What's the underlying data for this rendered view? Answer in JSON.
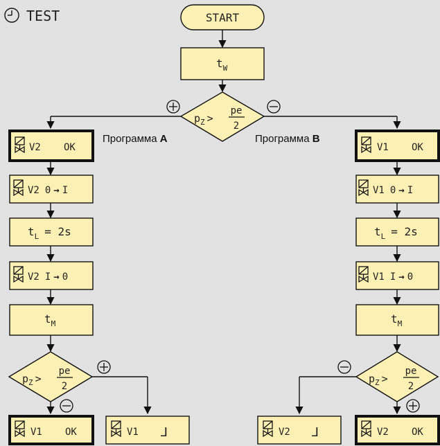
{
  "header": {
    "title": "TEST"
  },
  "start": "START",
  "step_wait": {
    "main": "t",
    "sub": "W"
  },
  "decision": {
    "left": "p",
    "left_sub": "Z",
    "op": ">",
    "num": "pe",
    "den": "2"
  },
  "branch": {
    "plus": "+",
    "minus": "−"
  },
  "program_a": {
    "prefix": "Программа ",
    "letter": "A"
  },
  "program_b": {
    "prefix": "Программа ",
    "letter": "B"
  },
  "left": {
    "check": {
      "valve": "V2",
      "status": "OK"
    },
    "open": {
      "valve": "V2",
      "action": "0",
      "to": "I",
      "arrow": "→"
    },
    "delay": {
      "main": "t",
      "sub": "L",
      "value": "= 2s"
    },
    "close": {
      "valve": "V2",
      "action": "I",
      "to": "0",
      "arrow": "→"
    },
    "measure": {
      "main": "t",
      "sub": "M"
    },
    "result_ok": {
      "valve": "V1",
      "status": "OK"
    },
    "result_fail": {
      "valve": "V1",
      "status": "ᒧ"
    }
  },
  "right": {
    "check": {
      "valve": "V1",
      "status": "OK"
    },
    "open": {
      "valve": "V1",
      "action": "0",
      "to": "I",
      "arrow": "→"
    },
    "delay": {
      "main": "t",
      "sub": "L",
      "value": "= 2s"
    },
    "close": {
      "valve": "V1",
      "action": "I",
      "to": "0",
      "arrow": "→"
    },
    "measure": {
      "main": "t",
      "sub": "M"
    },
    "result_fail": {
      "valve": "V2",
      "status": "ᒧ"
    },
    "result_ok": {
      "valve": "V2",
      "status": "OK"
    }
  }
}
